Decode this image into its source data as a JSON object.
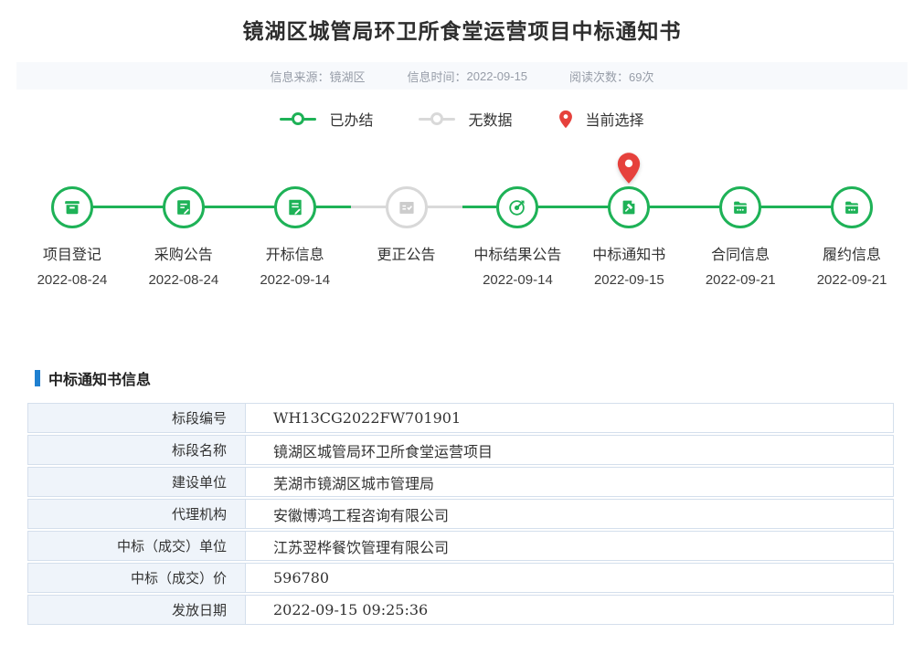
{
  "page": {
    "title": "镜湖区城管局环卫所食堂运营项目中标通知书"
  },
  "meta_bar": {
    "source_label": "信息来源：",
    "source_value": "镜湖区",
    "time_label": "信息时间：",
    "time_value": "2022-09-15",
    "views_label": "阅读次数：",
    "views_value": "69次"
  },
  "legend": {
    "done_label": "已办结",
    "nodata_label": "无数据",
    "current_label": "当前选择"
  },
  "timeline": {
    "steps": [
      {
        "label": "项目登记",
        "date": "2022-08-24",
        "status": "done",
        "icon": "archive-box-icon"
      },
      {
        "label": "采购公告",
        "date": "2022-08-24",
        "status": "done",
        "icon": "clipboard-pen-icon"
      },
      {
        "label": "开标信息",
        "date": "2022-09-14",
        "status": "done",
        "icon": "document-pen-icon"
      },
      {
        "label": "更正公告",
        "date": "",
        "status": "nodata",
        "icon": "calendar-check-icon"
      },
      {
        "label": "中标结果公告",
        "date": "2022-09-14",
        "status": "done",
        "icon": "target-icon"
      },
      {
        "label": "中标通知书",
        "date": "2022-09-15",
        "status": "done",
        "icon": "gavel-document-icon",
        "current": true
      },
      {
        "label": "合同信息",
        "date": "2022-09-21",
        "status": "done",
        "icon": "folder-icon"
      },
      {
        "label": "履约信息",
        "date": "2022-09-21",
        "status": "done",
        "icon": "folder-icon"
      }
    ]
  },
  "section": {
    "title": "中标通知书信息"
  },
  "details": {
    "rows": [
      {
        "label": "标段编号",
        "value": "WH13CG2022FW701901"
      },
      {
        "label": "标段名称",
        "value": "镜湖区城管局环卫所食堂运营项目"
      },
      {
        "label": "建设单位",
        "value": "芜湖市镜湖区城市管理局"
      },
      {
        "label": "代理机构",
        "value": "安徽博鸿工程咨询有限公司"
      },
      {
        "label": "中标（成交）单位",
        "value": "江苏翌桦餐饮管理有限公司"
      },
      {
        "label": "中标（成交）价",
        "value": "596780"
      },
      {
        "label": "发放日期",
        "value": "2022-09-15 09:25:36"
      }
    ]
  },
  "colors": {
    "done_green": "#1eb257",
    "nodata_gray": "#d9d9d9",
    "pin_red": "#e6413c",
    "accent_blue": "#1f80d0",
    "label_cell_bg": "#eff4fa",
    "table_border": "#d4dfec"
  }
}
